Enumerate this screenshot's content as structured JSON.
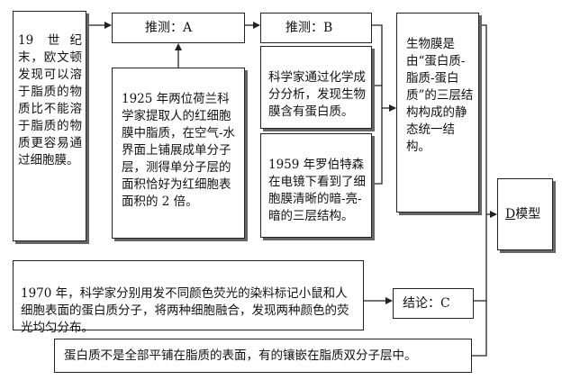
{
  "boxes": {
    "obs_19th_century": "19 世纪末，欧文顿发现可以溶于脂质的物质比不能溶于脂质的物质更容易通过细胞膜。",
    "inference_a": "推测：A",
    "experiment_1925": "1925 年两位荷兰科学家提取人的红细胞膜中脂质，在空气-水界面上铺展成单分子层，测得单分子层的面积恰好为红细胞表面积的 2 倍。",
    "inference_b": "推测：B",
    "chemical_analysis": "科学家通过化学成分分析，发现生物膜含有蛋白质。",
    "robertson_1959": "1959 年罗伯特森在电镜下看到了细胞膜清晰的暗-亮-暗的三层结构。",
    "static_model": "生物膜是由“蛋白质-脂质-蛋白质”的三层结构构成的静态统一结构。",
    "model_d_prefix": "D",
    "model_d_suffix": "模型",
    "experiment_1970": "1970 年，科学家分别用发不同颜色荧光的染料标记小鼠和人细胞表面的蛋白质分子，将两种细胞融合，发现两种颜色的荧光均匀分布。",
    "conclusion_c": "结论：C",
    "protein_distribution": "蛋白质不是全部平铺在脂质的表面，有的镶嵌在脂质双分子层中。"
  }
}
